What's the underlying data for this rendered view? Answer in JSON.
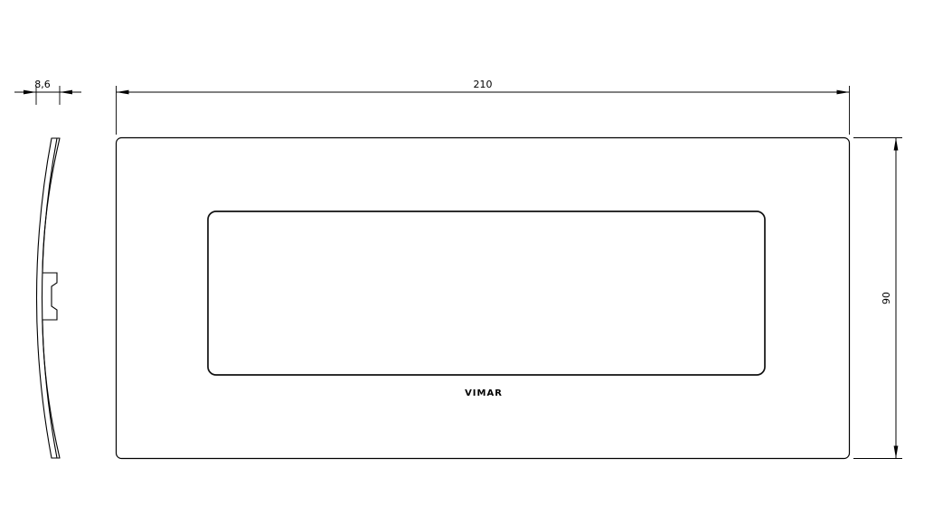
{
  "colors": {
    "ink": "#000000",
    "background": "#ffffff"
  },
  "drawing": {
    "brand_label": "VIMAR",
    "dimensions": {
      "depth": "8,6",
      "width": "210",
      "height": "90"
    }
  }
}
